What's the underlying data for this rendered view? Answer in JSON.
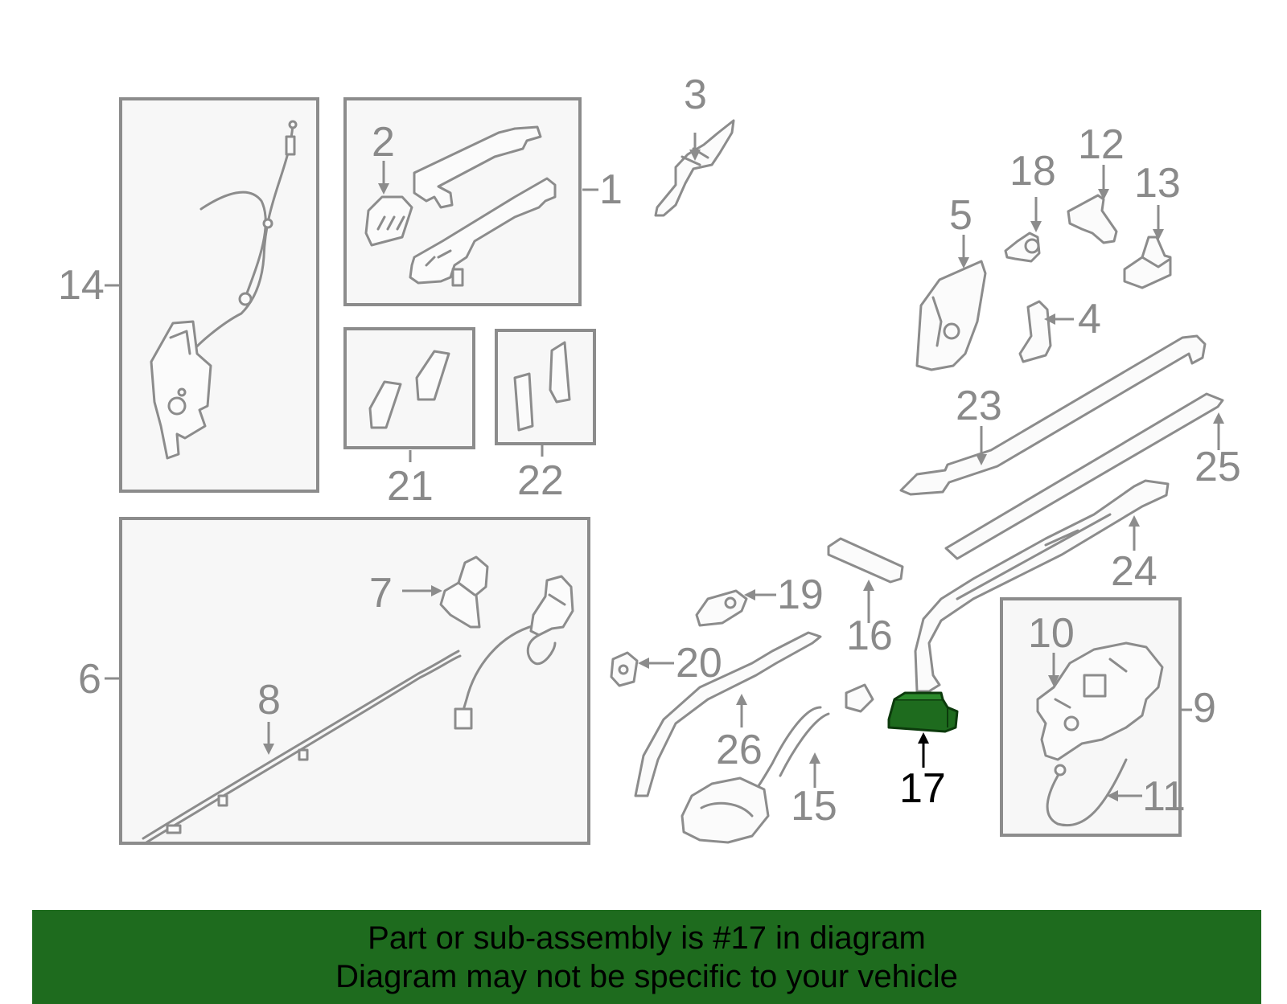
{
  "callouts": {
    "c1": "1",
    "c2": "2",
    "c3": "3",
    "c4": "4",
    "c5": "5",
    "c6": "6",
    "c7": "7",
    "c8": "8",
    "c9": "9",
    "c10": "10",
    "c11": "11",
    "c12": "12",
    "c13": "13",
    "c14": "14",
    "c15": "15",
    "c16": "16",
    "c17": "17",
    "c18": "18",
    "c19": "19",
    "c20": "20",
    "c21": "21",
    "c22": "22",
    "c23": "23",
    "c24": "24",
    "c25": "25",
    "c26": "26"
  },
  "highlight": {
    "part": "17",
    "color": "#1e6b1e"
  },
  "banner": {
    "line1": "Part or sub-assembly is #17 in diagram",
    "line2": "Diagram may not be specific to your vehicle",
    "background": "#1e6b1e"
  }
}
